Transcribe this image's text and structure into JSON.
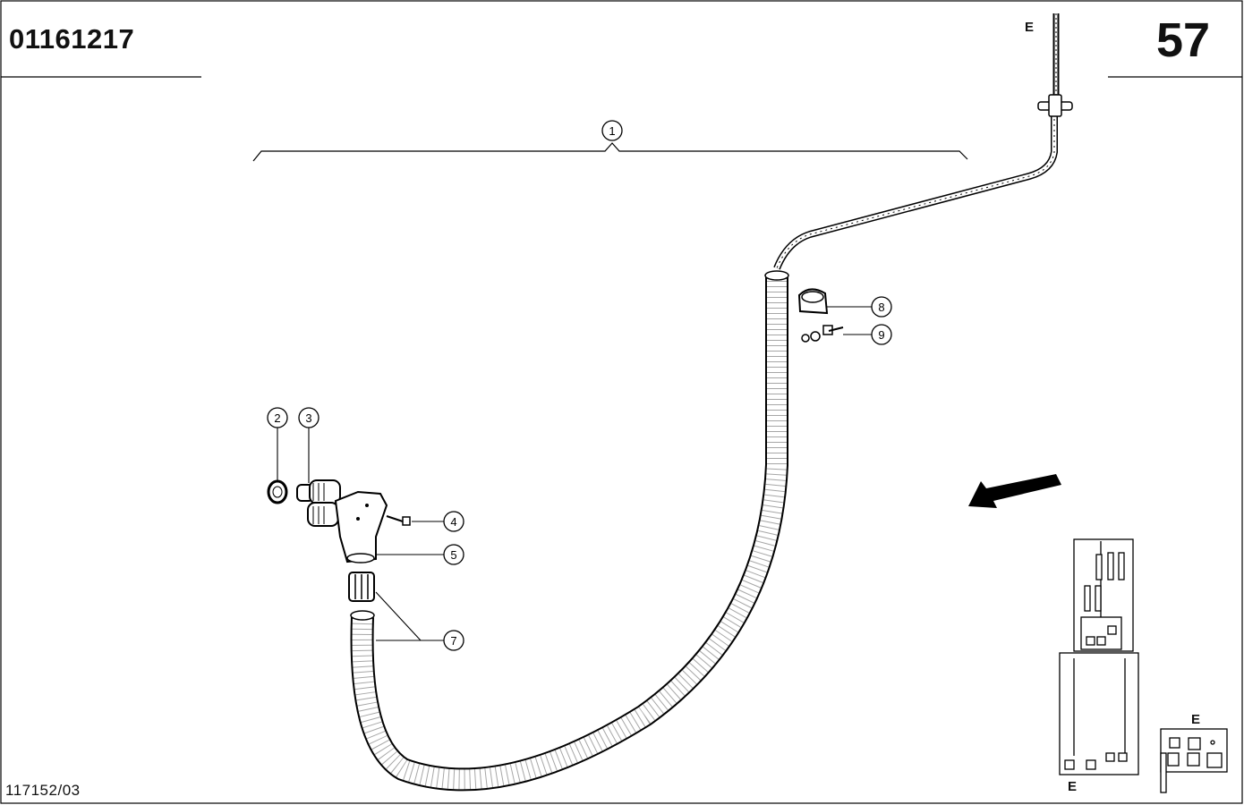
{
  "header": {
    "part_number": "01161217",
    "page_number": "57"
  },
  "footer": {
    "reference_code": "117152/03"
  },
  "view_labels": {
    "top_connection": "E",
    "detail_a": "E",
    "detail_b": "E"
  },
  "callouts": [
    {
      "id": "1"
    },
    {
      "id": "2"
    },
    {
      "id": "3"
    },
    {
      "id": "4"
    },
    {
      "id": "5"
    },
    {
      "id": "7"
    },
    {
      "id": "8"
    },
    {
      "id": "9"
    }
  ]
}
